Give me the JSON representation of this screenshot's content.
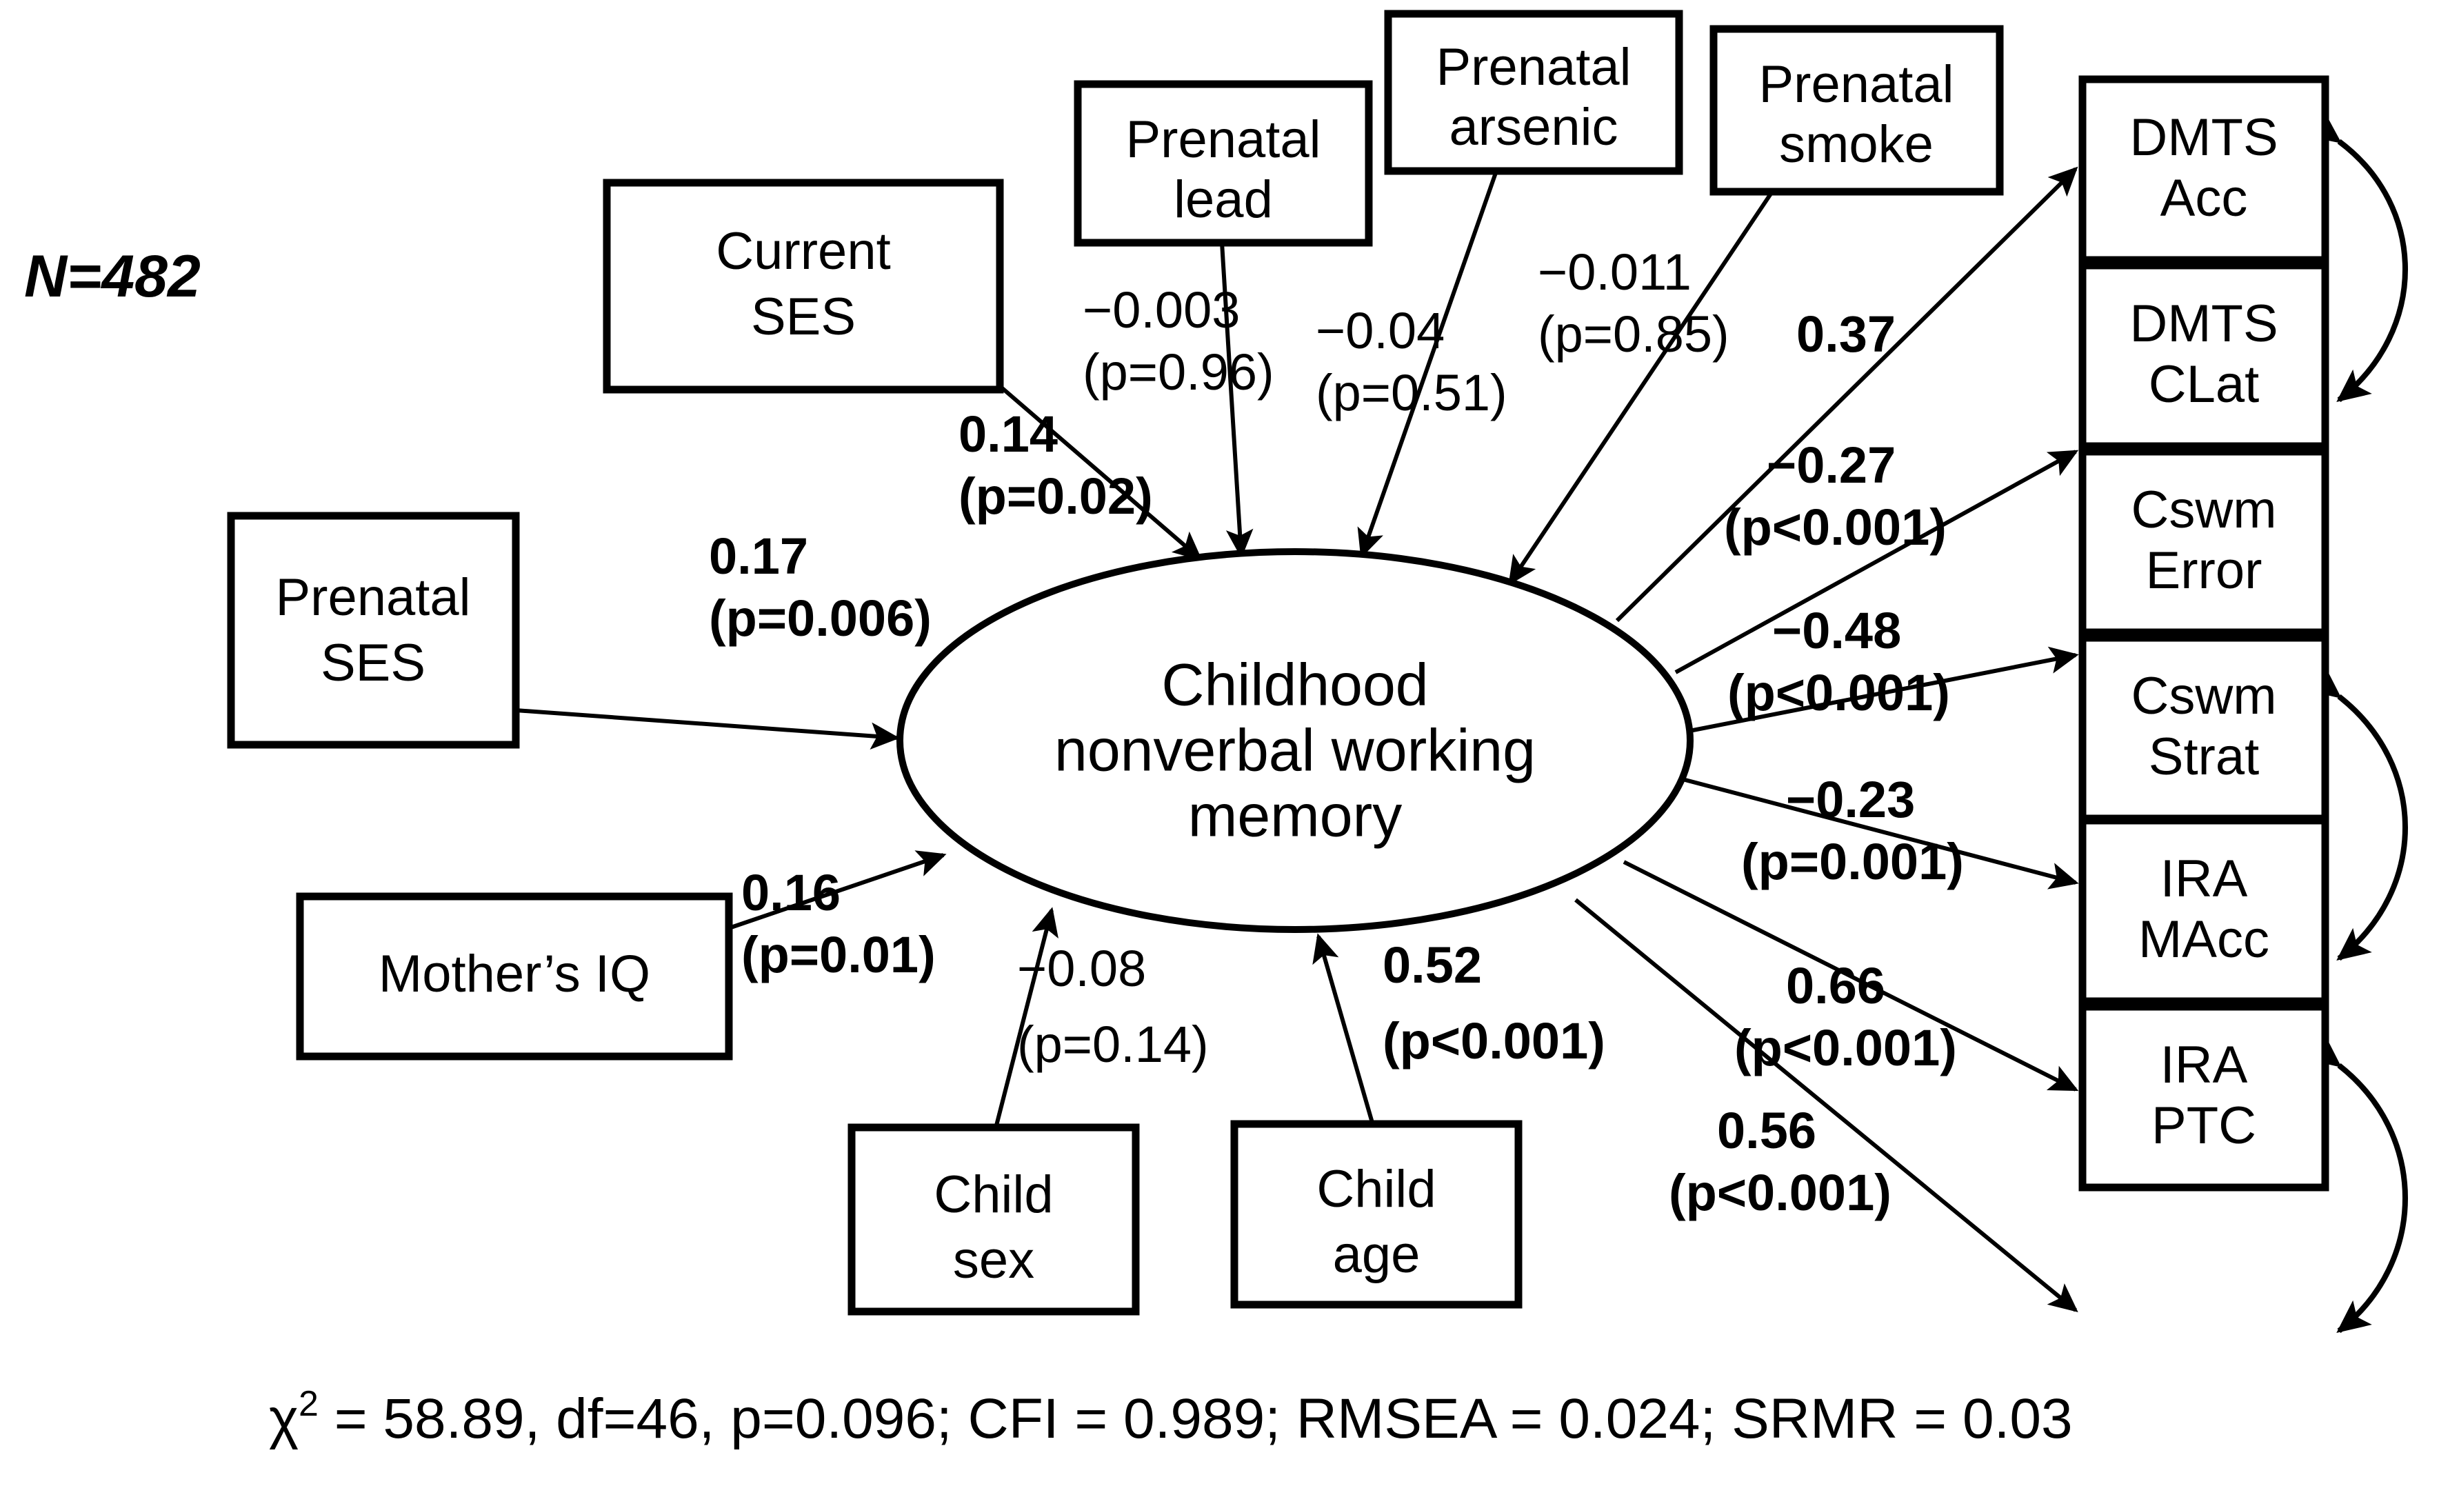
{
  "figure": {
    "sample_size_label": "N=482",
    "fit_statistics": {
      "chi_symbol": "χ",
      "chi_sup": "2",
      "rest": " = 58.89, df=46, p=0.096; CFI = 0.989; RMSEA = 0.024; SRMR = 0.03",
      "full_text": "χ² = 58.89, df=46, p=0.096; CFI = 0.989; RMSEA = 0.024; SRMR = 0.03",
      "chi_square": 58.89,
      "df": 46,
      "p": 0.096,
      "CFI": 0.989,
      "RMSEA": 0.024,
      "SRMR": 0.03
    }
  },
  "latent": {
    "name": "Childhood nonverbal working memory",
    "line1": "Childhood",
    "line2": "nonverbal working",
    "line3": "memory"
  },
  "observed_boxes": [
    {
      "id": "current-ses",
      "line1": "Current",
      "line2": "SES"
    },
    {
      "id": "prenatal-ses",
      "line1": "Prenatal",
      "line2": "SES"
    },
    {
      "id": "mothers-iq",
      "line1": "Mother’s IQ",
      "line2": ""
    },
    {
      "id": "child-sex",
      "line1": "Child",
      "line2": "sex"
    },
    {
      "id": "child-age",
      "line1": "Child",
      "line2": "age"
    },
    {
      "id": "prenatal-lead",
      "line1": "Prenatal",
      "line2": "lead"
    },
    {
      "id": "prenatal-arsenic",
      "line1": "Prenatal",
      "line2": "arsenic"
    },
    {
      "id": "prenatal-smoke",
      "line1": "Prenatal",
      "line2": "smoke"
    },
    {
      "id": "dmts-acc",
      "line1": "DMTS",
      "line2": "Acc"
    },
    {
      "id": "dmts-clat",
      "line1": "DMTS",
      "line2": "CLat"
    },
    {
      "id": "cswm-error",
      "line1": "Cswm",
      "line2": "Error"
    },
    {
      "id": "cswm-strat",
      "line1": "Cswm",
      "line2": "Strat"
    },
    {
      "id": "ira-macc",
      "line1": "IRA",
      "line2": "MAcc"
    },
    {
      "id": "ira-ptc",
      "line1": "IRA",
      "line2": "PTC"
    }
  ],
  "paths": [
    {
      "id": "current-ses-to-wm",
      "from": "Current SES",
      "to": "Childhood nonverbal working memory",
      "estimate": "0.14",
      "p": "(p=0.02)",
      "bold": true,
      "value": 0.14
    },
    {
      "id": "prenatal-ses-to-wm",
      "from": "Prenatal SES",
      "to": "Childhood nonverbal working memory",
      "estimate": "0.17",
      "p": "(p=0.006)",
      "bold": true,
      "value": 0.17
    },
    {
      "id": "mothers-iq-to-wm",
      "from": "Mother’s IQ",
      "to": "Childhood nonverbal working memory",
      "estimate": "0.16",
      "p": "(p=0.01)",
      "bold": true,
      "value": 0.16
    },
    {
      "id": "child-sex-to-wm",
      "from": "Child sex",
      "to": "Childhood nonverbal working memory",
      "estimate": "−0.08",
      "p": "(p=0.14)",
      "bold": false,
      "value": -0.08
    },
    {
      "id": "child-age-to-wm",
      "from": "Child age",
      "to": "Childhood nonverbal working memory",
      "estimate": "0.52",
      "p": "(p<0.001)",
      "bold": true,
      "value": 0.52
    },
    {
      "id": "prenatal-lead-to-wm",
      "from": "Prenatal lead",
      "to": "Childhood nonverbal working memory",
      "estimate": "−0.003",
      "p": "(p=0.96)",
      "bold": false,
      "value": -0.003
    },
    {
      "id": "prenatal-arsenic-to-wm",
      "from": "Prenatal arsenic",
      "to": "Childhood nonverbal working memory",
      "estimate": "−0.04",
      "p": "(p=0.51)",
      "bold": false,
      "value": -0.04
    },
    {
      "id": "prenatal-smoke-to-wm",
      "from": "Prenatal smoke",
      "to": "Childhood nonverbal working memory",
      "estimate": "−0.011",
      "p": "(p=0.85)",
      "bold": false,
      "value": -0.011
    },
    {
      "id": "wm-to-dmts-acc",
      "from": "Childhood nonverbal working memory",
      "to": "DMTS Acc",
      "estimate": "0.37",
      "p": "",
      "bold": true,
      "value": 0.37
    },
    {
      "id": "wm-to-dmts-clat",
      "from": "Childhood nonverbal working memory",
      "to": "DMTS CLat",
      "estimate": "−0.27",
      "p": "(p<0.001)",
      "bold": true,
      "value": -0.27
    },
    {
      "id": "wm-to-cswm-error",
      "from": "Childhood nonverbal working memory",
      "to": "Cswm Error",
      "estimate": "−0.48",
      "p": "(p<0.001)",
      "bold": true,
      "value": -0.48
    },
    {
      "id": "wm-to-cswm-strat",
      "from": "Childhood nonverbal working memory",
      "to": "Cswm Strat",
      "estimate": "−0.23",
      "p": "(p=0.001)",
      "bold": true,
      "value": -0.23
    },
    {
      "id": "wm-to-ira-macc",
      "from": "Childhood nonverbal working memory",
      "to": "IRA MAcc",
      "estimate": "0.66",
      "p": "(p<0.001)",
      "bold": true,
      "value": 0.66
    },
    {
      "id": "wm-to-ira-ptc",
      "from": "Childhood nonverbal working memory",
      "to": "IRA PTC",
      "estimate": "0.56",
      "p": "(p<0.001)",
      "bold": true,
      "value": 0.56
    }
  ],
  "covariances": [
    {
      "id": "cov-dmts",
      "between": [
        "DMTS Acc",
        "DMTS CLat"
      ]
    },
    {
      "id": "cov-cswm",
      "between": [
        "Cswm Error",
        "Cswm Strat"
      ]
    },
    {
      "id": "cov-ira",
      "between": [
        "IRA MAcc",
        "IRA PTC"
      ]
    }
  ],
  "colors": {
    "stroke": "#000000",
    "fill": "#ffffff",
    "background": "#ffffff"
  }
}
